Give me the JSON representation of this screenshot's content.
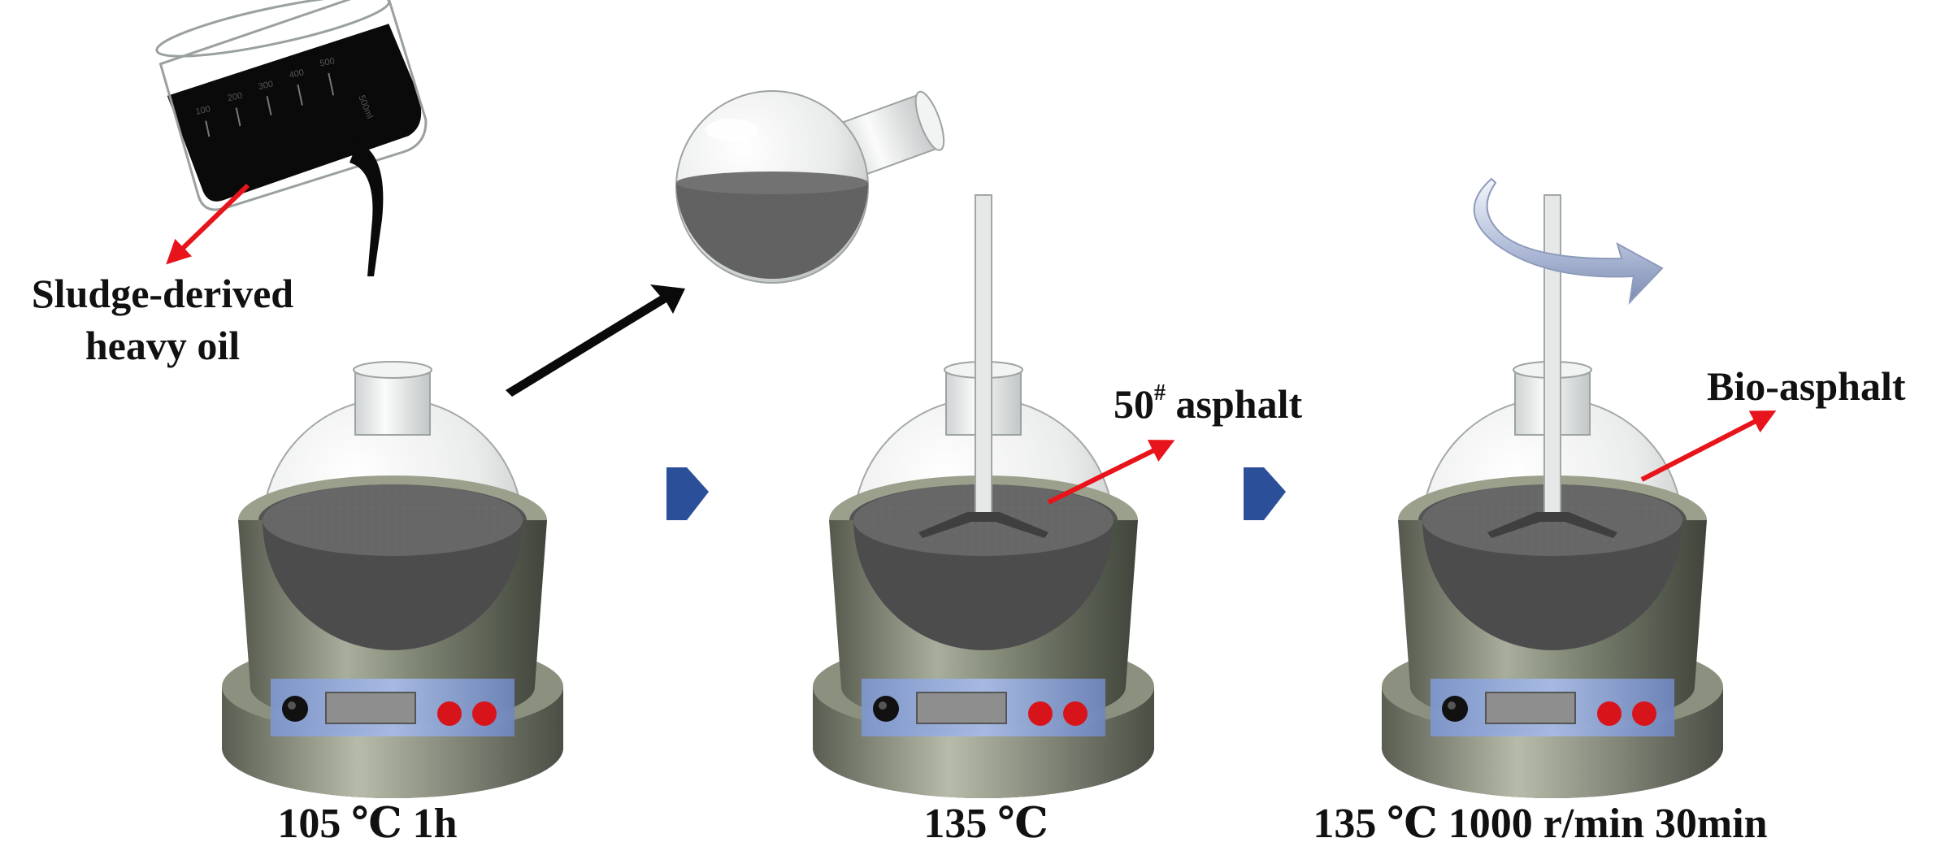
{
  "labels": {
    "sludge_line1": "Sludge-derived",
    "sludge_line2": "heavy oil",
    "asphalt_num": "50",
    "asphalt_sup": "#",
    "asphalt_word": " asphalt",
    "bio": "Bio-asphalt"
  },
  "captions": {
    "step1": "105 ℃ 1h",
    "step2": "135 ℃",
    "step3": "135 ℃ 1000 r/min 30min"
  },
  "beaker": {
    "ticks": [
      "100",
      "200",
      "300",
      "400",
      "500"
    ],
    "volume": "500ml"
  },
  "colors": {
    "oil": "#0a0a0a",
    "arrow_red": "#e8141b",
    "step_arrow": "#2c4f99",
    "heater_body": "#727a68",
    "panel": "#8fa6d8",
    "knob_red": "#d8141b"
  }
}
